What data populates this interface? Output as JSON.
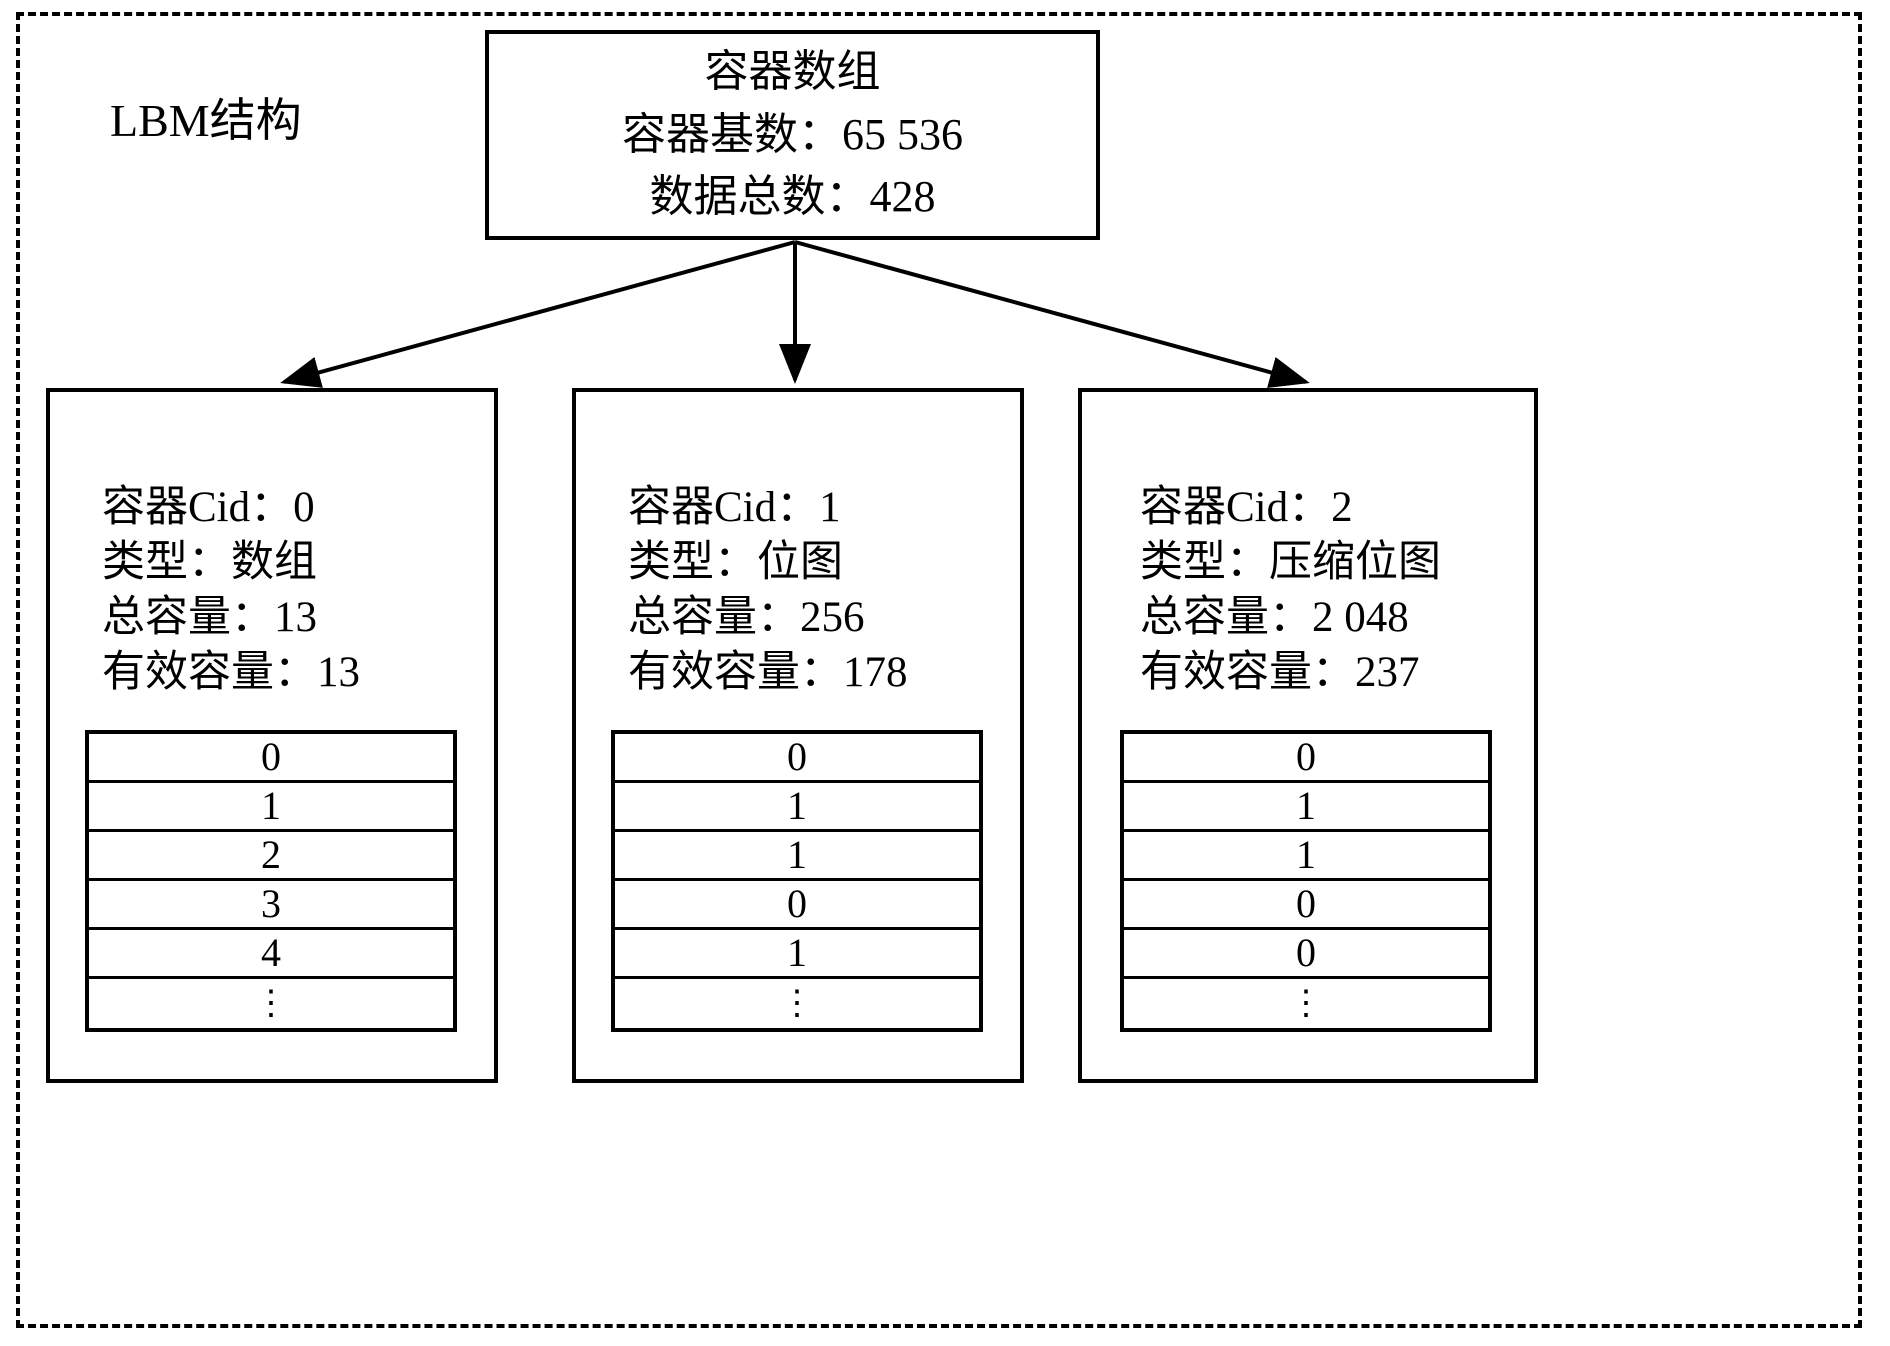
{
  "diagram": {
    "label": "LBM结构",
    "root": {
      "title": "容器数组",
      "base_line": "容器基数：65 536",
      "total_line": "数据总数：428"
    },
    "containers": [
      {
        "cid_line": "容器Cid：0",
        "type_line": "类型：数组",
        "capacity_line": "总容量：13",
        "valid_line": "有效容量：13",
        "cells": [
          "0",
          "1",
          "2",
          "3",
          "4",
          "⋮"
        ]
      },
      {
        "cid_line": "容器Cid：1",
        "type_line": "类型：位图",
        "capacity_line": "总容量：256",
        "valid_line": "有效容量：178",
        "cells": [
          "0",
          "1",
          "1",
          "0",
          "1",
          "⋮"
        ]
      },
      {
        "cid_line": "容器Cid：2",
        "type_line": "类型：压缩位图",
        "capacity_line": "总容量：2 048",
        "valid_line": "有效容量：237",
        "cells": [
          "0",
          "1",
          "1",
          "0",
          "0",
          "⋮"
        ]
      }
    ],
    "colors": {
      "stroke": "#000000",
      "background": "#ffffff"
    }
  }
}
